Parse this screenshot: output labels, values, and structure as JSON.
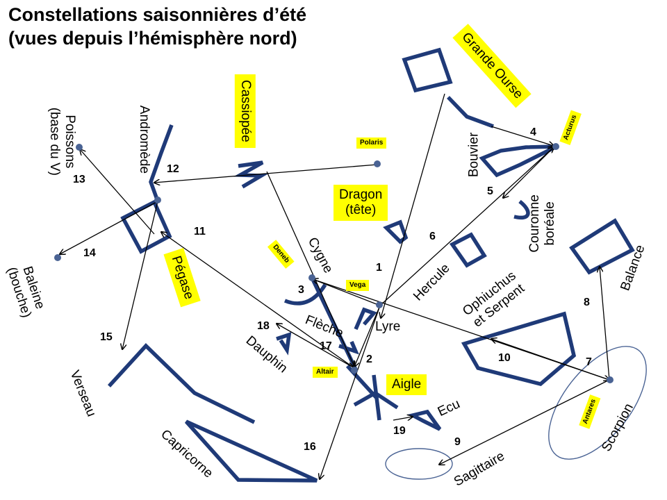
{
  "title": {
    "line1": "Constellations saisonnières d’été",
    "line2": "(vues depuis l’hémisphère nord)"
  },
  "colors": {
    "constellation": "#1f3a78",
    "star_dot": "#4a6394",
    "highlight": "#ffff00",
    "arrow": "#000000",
    "ellipse": "#4a6394"
  },
  "constellations": {
    "grande_ourse": "Grande Ourse",
    "bouvier": "Bouvier",
    "couronne_line1": "Couronne",
    "couronne_line2": "boréale",
    "cassiopee": "Cassiopée",
    "andromede": "Andromède",
    "poissons_line1": "Poissons",
    "poissons_line2": "(base du V)",
    "dragon_line1": "Dragon",
    "dragon_line2": "(tête)",
    "hercule": "Hercule",
    "balance": "Balance",
    "cygne": "Cygne",
    "lyre": "Lyre",
    "ophiuchus_line1": "Ophiuchus",
    "ophiuchus_line2": "et Serpent",
    "pegase": "Pégase",
    "baleine_line1": "Baleine",
    "baleine_line2": "(bouche)",
    "fleche": "Flèche",
    "dauphin": "Dauphin",
    "aigle": "Aigle",
    "ecu": "Ecu",
    "verseau": "Verseau",
    "capricorne": "Capricorne",
    "sagittaire": "Sagittaire",
    "scorpion": "Scorpion"
  },
  "stars": {
    "polaris": "Polaris",
    "arcturus": "Acturus",
    "deneb": "Deneb",
    "vega": "Vega",
    "altair": "Altair",
    "antares": "Antares"
  },
  "steps": [
    "1",
    "2",
    "3",
    "4",
    "5",
    "6",
    "7",
    "8",
    "9",
    "10",
    "11",
    "12",
    "13",
    "14",
    "15",
    "16",
    "17",
    "18",
    "19"
  ]
}
